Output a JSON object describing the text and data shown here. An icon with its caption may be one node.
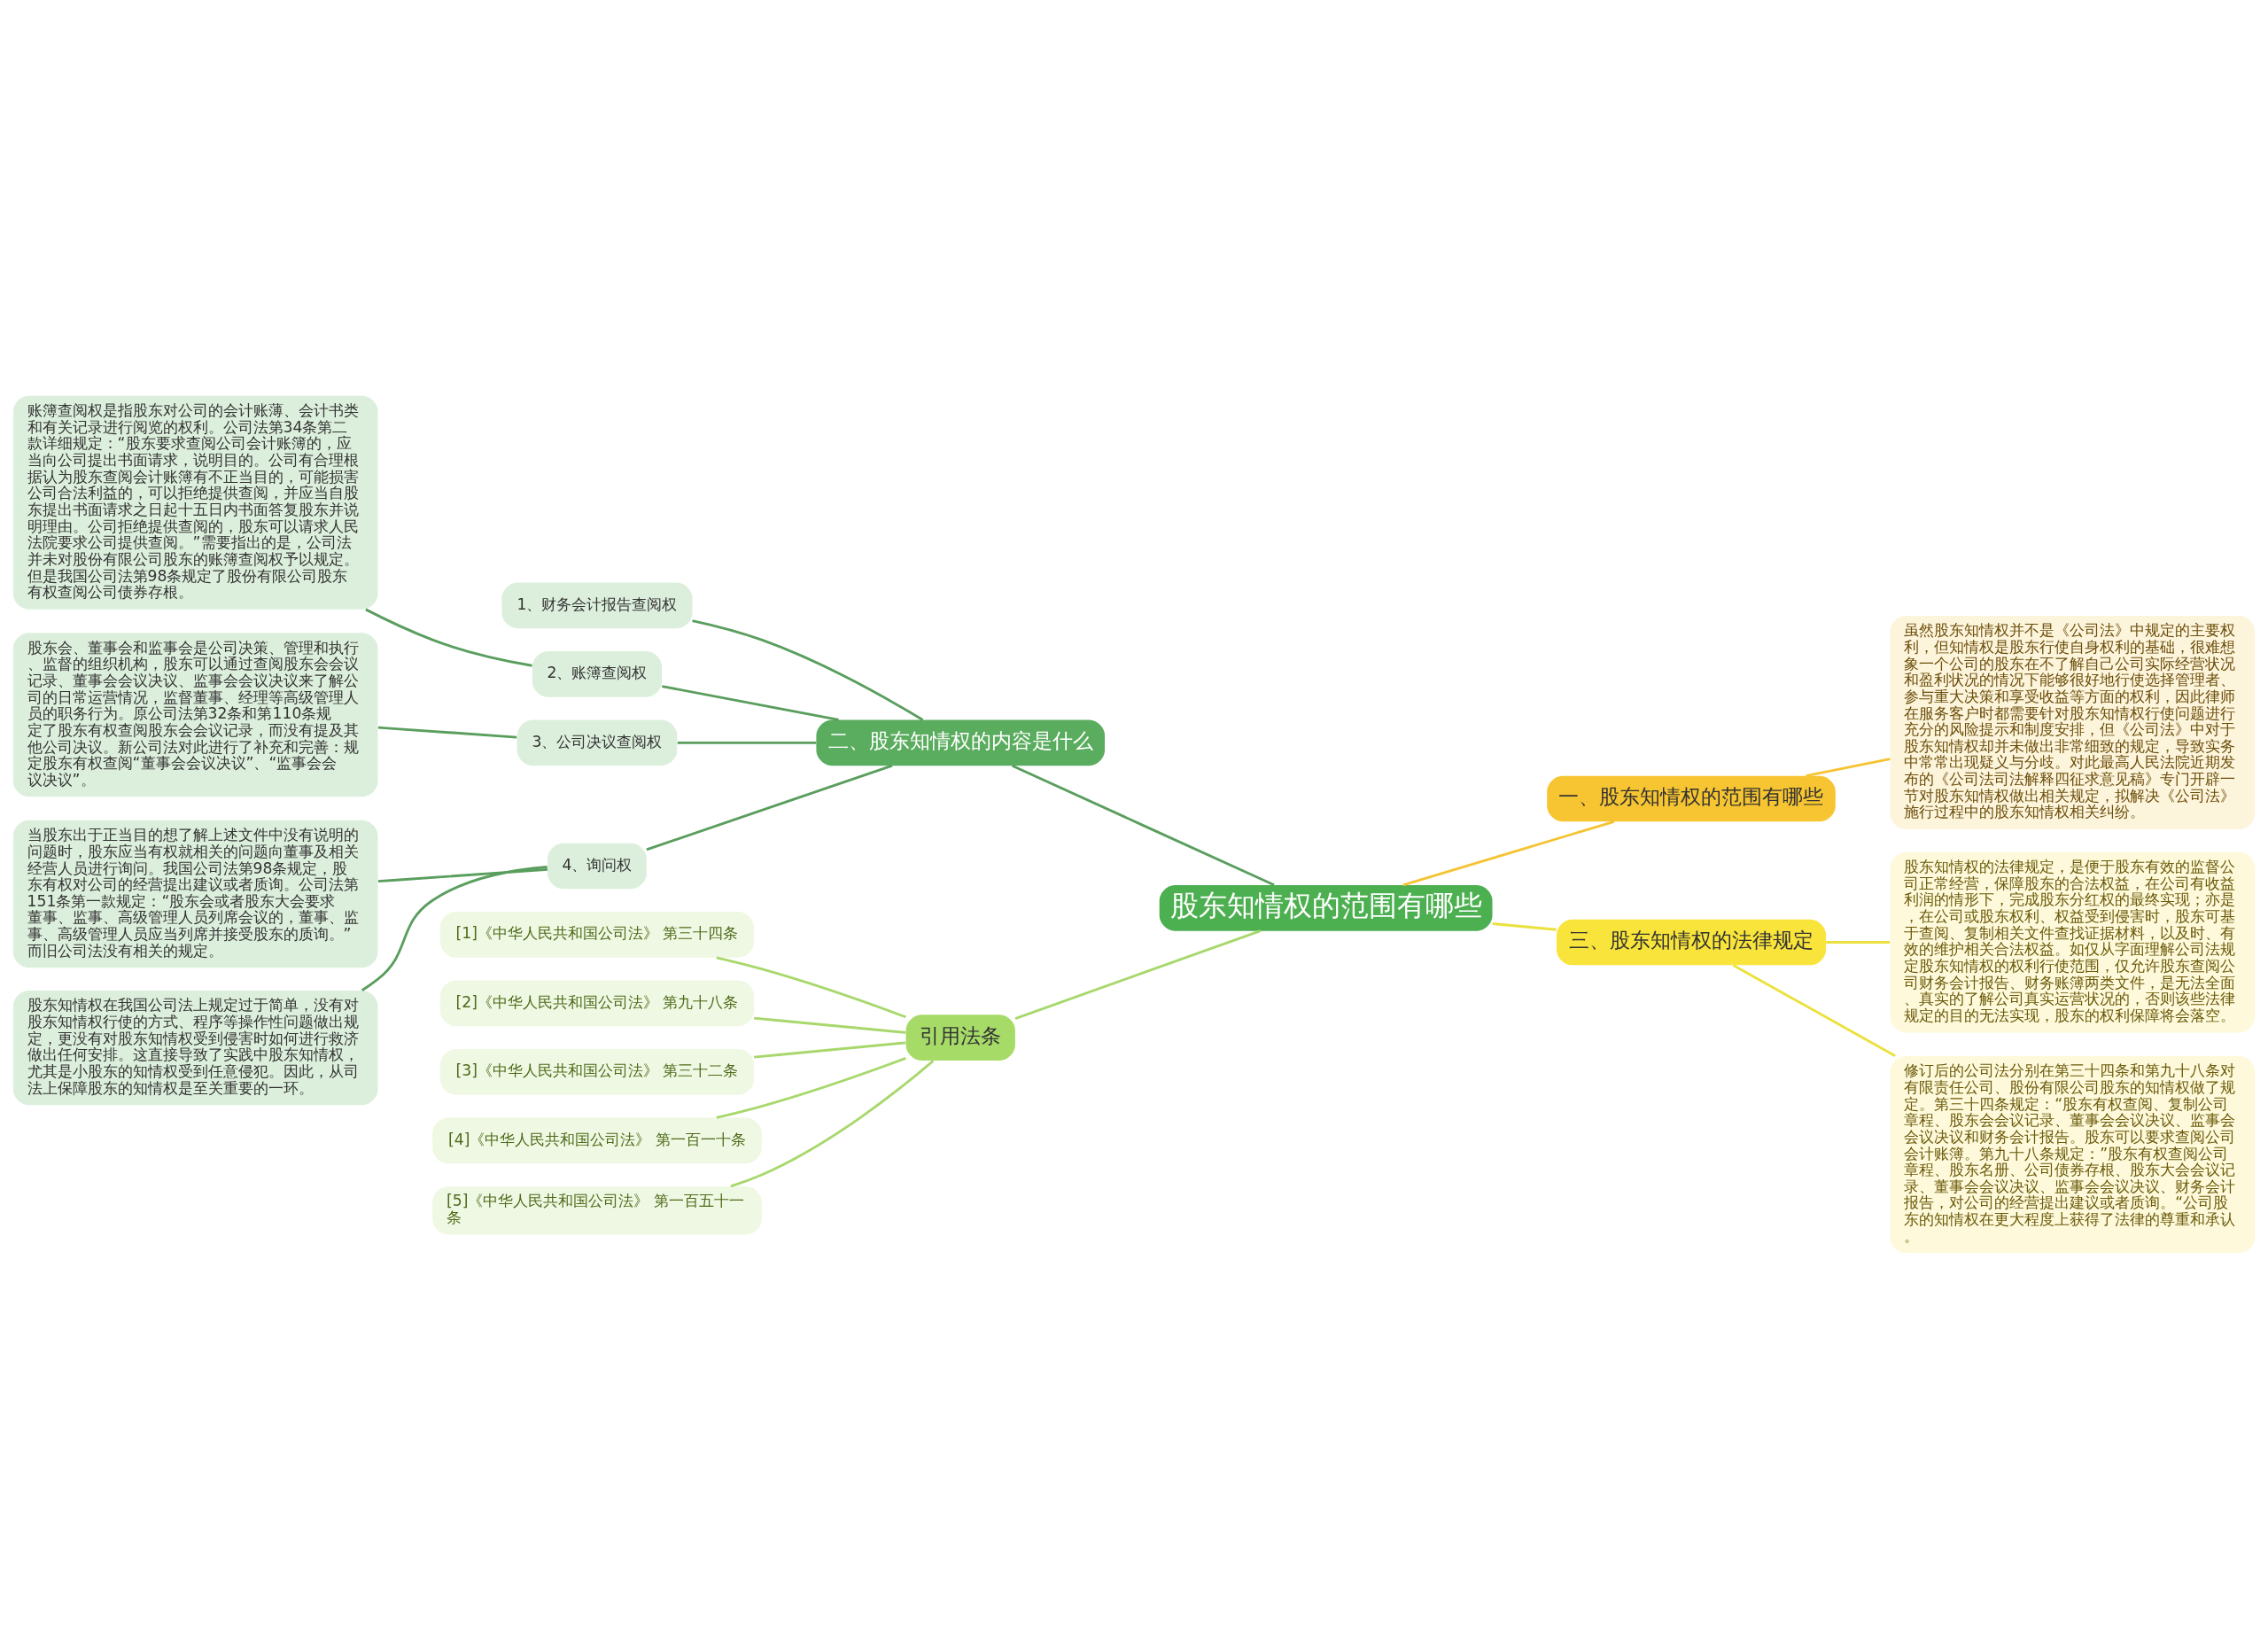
{
  "diagram": {
    "nodes": [
      {
        "text": [
          "股东知情权的范围有哪些"
        ]
      },
      {
        "text": [
          "一、股东知情权的范围有哪些"
        ]
      },
      {
        "text": [
          "虽然股东知情权并不是《公司法》中规定的主要权利，但知情权是股东行使自身权利的基础，很难想象一个公司的股东在不了解自己公司实际经营状况和盈利状况的情况下能够很好地行使选择管理者、参与重大决策和享受收益等方面的权利，因此律师在服务客户时都需要针对股东知情权行使问题进行充分的风险提示和制度安排，但《公司法》中对于股东知情权却并未做出非常细致的规定，导致实务中常常出现疑义与分歧。对此最高人民法院近期发布的《公司法司法解释四征求意见稿》专门开辟一节对股东知情权做出相关规定，拟解决《公司法》施行过程中的股东知情权相关纠纷。"
        ]
      },
      {
        "text": [
          "二、股东知情权的内容是什么"
        ]
      },
      {
        "text": [
          "1、财务会计报告查阅权"
        ]
      },
      {
        "text": [
          "2、账簿查阅权"
        ]
      },
      {
        "text": [
          "账簿查阅权是指股东对公司的会计账薄、会计书类和有关记录进行阅览的权利。公司法第34条第二款详细规定：“股东要求查阅公司会计账簿的，应当向公司提出书面请求，说明目的。公司有合理根据认为股东查阅会计账簿有不正当目的，可能损害公司合法利益的，可以拒绝提供查阅，并应当自股东提出书面请求之日起十五日内书面答复股东并说明理由。公司拒绝提供查阅的，股东可以请求人民法院要求公司提供查阅。”需要指出的是，公司法并未对股份有限公司股东的账簿查阅权予以规定。但是我国公司法第98条规定了股份有限公司股东有权查阅公司债券存根。"
        ]
      },
      {
        "text": [
          "3、公司决议查阅权"
        ]
      },
      {
        "text": [
          "股东会、董事会和监事会是公司决策、管理和执行、监督的组织机构，股东可以通过查阅股东会会议记录、董事会会议决议、监事会会议决议来了解公司的日常运营情况，监督董事、经理等高级管理人员的职务行为。原公司法第32条和第110条规定了股东有权查阅股东会会议记录，而没有提及其他公司决议。新公司法对此进行了补充和完善：规定股东有权查阅“董事会会议决议”、“监事会会议决议”。"
        ]
      },
      {
        "text": [
          "4、询问权"
        ]
      },
      {
        "text": [
          "当股东出于正当目的想了解上述文件中没有说明的问题时，股东应当有权就相关的问题向董事及相关经营人员进行询问。我国公司法第98条规定，股东有权对公司的经营提出建议或者质询。公司法第151条第一款规定：“股东会或者股东大会要求董事、监事、高级管理人员列席会议的，董事、监事、高级管理人员应当列席并接受股东的质询。”而旧公司法没有相关的规定。"
        ]
      },
      {
        "text": [
          "股东知情权在我国公司法上规定过于简单，没有对股东知情权行使的方式、程序等操作性问题做出规定，更没有对股东知情权受到侵害时如何进行救济做出任何安排。这直接导致了实践中股东知情权，尤其是小股东的知情权受到任意侵犯。因此，从司法上保障股东的知情权是至关重要的一环。"
        ]
      },
      {
        "text": [
          "三、股东知情权的法律规定"
        ]
      },
      {
        "text": [
          "股东知情权的法律规定，是便于股东有效的监督公司正常经营，保障股东的合法权益，在公司有收益利润的情形下，完成股东分红权的最终实现；亦是，在公司或股东权利、权益受到侵害时，股东可基于查阅、复制相关文件查找证据材料，以及时、有效的维护相关合法权益。如仅从字面理解公司法规定股东知情权的权利行使范围，仅允许股东查阅公司财务会计报告、财务账簿两类文件，是无法全面、真实的了解公司真实运营状况的，否则该些法律规定的目的无法实现，股东的权利保障将会落空。"
        ]
      },
      {
        "text": [
          "修订后的公司法分别在第三十四条和第九十八条对有限责任公司、股份有限公司股东的知情权做了规定。第三十四条规定：“股东有权查阅、复制公司章程、股东会会议记录、董事会会议决议、监事会会议决议和财务会计报告。股东可以要求查阅公司会计账簿。第九十八条规定：”股东有权查阅公司章程、股东名册、公司债券存根、股东大会会议记录、董事会会议决议、监事会会议决议、财务会计报告，对公司的经营提出建议或者质询。“公司股东的知情权在更大程度上获得了法律的尊重和承认。"
        ]
      },
      {
        "text": [
          "引用法条"
        ]
      },
      {
        "text": [
          "[1]《中华人民共和国公司法》 第三十四条"
        ]
      },
      {
        "text": [
          "[2]《中华人民共和国公司法》 第九十八条"
        ]
      },
      {
        "text": [
          "[3]《中华人民共和国公司法》 第三十二条"
        ]
      },
      {
        "text": [
          "[4]《中华人民共和国公司法》 第一百一十条"
        ]
      },
      {
        "text": [
          "[5]《中华人民共和国公司法》 第一百五十一条"
        ]
      }
    ],
    "edges": [
      {
        "from": 0,
        "to": 1,
        "arrow": "none",
        "color": "#f5c332"
      },
      {
        "from": 1,
        "to": 2,
        "arrow": "none",
        "color": "#f5c332"
      },
      {
        "from": 3,
        "to": 0,
        "arrow": "none"
      },
      {
        "from": 4,
        "to": 3,
        "arrow": "none"
      },
      {
        "from": 5,
        "to": 3,
        "arrow": "none"
      },
      {
        "from": 6,
        "to": 5,
        "arrow": "none"
      },
      {
        "from": 7,
        "to": 3,
        "arrow": "none"
      },
      {
        "from": 8,
        "to": 7,
        "arrow": "none"
      },
      {
        "from": 9,
        "to": 3,
        "arrow": "none"
      },
      {
        "from": 10,
        "to": 9,
        "arrow": "none"
      },
      {
        "from": 11,
        "to": 9,
        "arrow": "none"
      },
      {
        "from": 0,
        "to": 12,
        "arrow": "none",
        "color": "#ebe13c"
      },
      {
        "from": 12,
        "to": 13,
        "arrow": "none",
        "color": "#ebe13c"
      },
      {
        "from": 12,
        "to": 14,
        "arrow": "none",
        "color": "#ebe13c"
      },
      {
        "from": 15,
        "to": 0,
        "arrow": "none",
        "color": "#a8d86c"
      },
      {
        "from": 16,
        "to": 15,
        "arrow": "none",
        "color": "#a8d86c"
      },
      {
        "from": 17,
        "to": 15,
        "arrow": "none",
        "color": "#a8d86c"
      },
      {
        "from": 18,
        "to": 15,
        "arrow": "none",
        "color": "#a8d86c"
      },
      {
        "from": 19,
        "to": 15,
        "arrow": "none",
        "color": "#a8d86c"
      },
      {
        "from": 20,
        "to": 15,
        "arrow": "none",
        "color": "#a8d86c"
      }
    ]
  }
}
